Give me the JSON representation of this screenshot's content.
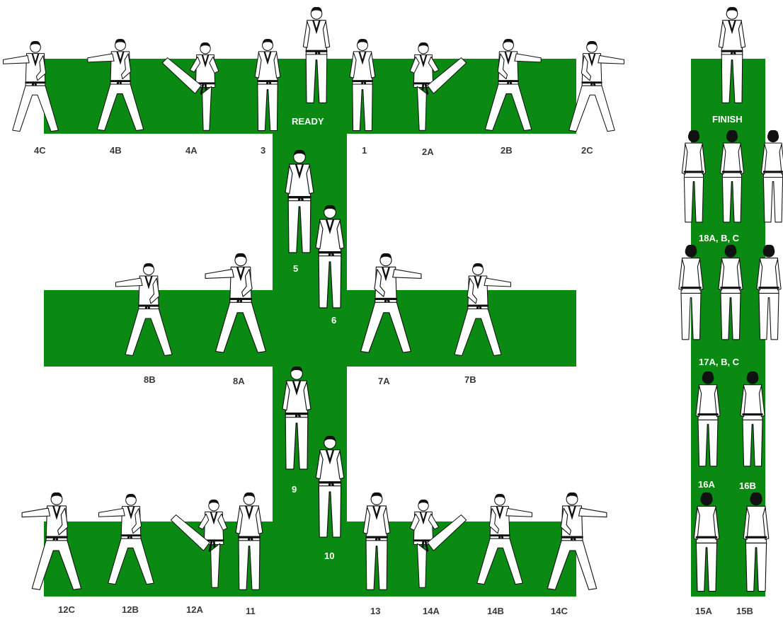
{
  "colors": {
    "mat_green": "#0a8a12",
    "label_dark": "#3a3a3a",
    "label_light": "#ffffff"
  },
  "labels": {
    "ready": "READY",
    "finish": "FINISH",
    "m1": "1",
    "m2a": "2A",
    "m2b": "2B",
    "m2c": "2C",
    "m3": "3",
    "m4a": "4A",
    "m4b": "4B",
    "m4c": "4C",
    "m5": "5",
    "m6": "6",
    "m7a": "7A",
    "m7b": "7B",
    "m8a": "8A",
    "m8b": "8B",
    "m9": "9",
    "m10": "10",
    "m11": "11",
    "m12a": "12A",
    "m12b": "12B",
    "m12c": "12C",
    "m13": "13",
    "m14a": "14A",
    "m14b": "14B",
    "m14c": "14C",
    "m15a": "15A",
    "m15b": "15B",
    "m16a": "16A",
    "m16b": "16B",
    "m17": "17A, B, C",
    "m18": "18A, B, C"
  }
}
